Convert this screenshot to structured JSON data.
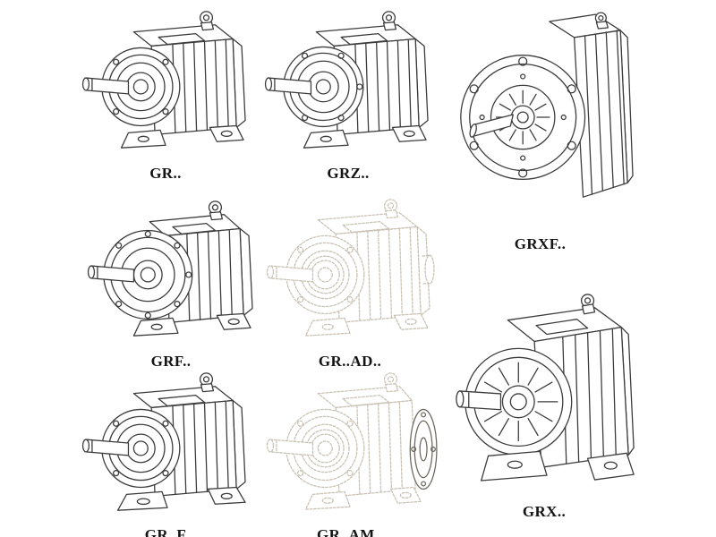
{
  "page": {
    "background": "#ffffff",
    "line_color": "#3c3c3c",
    "ghost_line_color": "#c9c2b4",
    "description_labels_font_style": "bold-serif"
  },
  "figures": [
    {
      "id": "gr",
      "label": "GR..",
      "style": "solid",
      "drawing": "foot-mounted-helical-gear-reducer"
    },
    {
      "id": "grz",
      "label": "GRZ..",
      "style": "solid",
      "drawing": "foot-mounted-helical-gear-reducer-variant"
    },
    {
      "id": "grxf",
      "label": "GRXF..",
      "style": "solid",
      "drawing": "flange-mounted-gear-reducer-front-flange"
    },
    {
      "id": "grf",
      "label": "GRF..",
      "style": "solid",
      "drawing": "flange-input-foot-mounted-gear-reducer"
    },
    {
      "id": "grad",
      "label": "GR..AD..",
      "style": "ghost",
      "drawing": "gear-reducer-with-input-adapter-hidden-lines"
    },
    {
      "id": "grf_foot",
      "label": "GR..F",
      "style": "solid",
      "drawing": "foot-mounted-helical-gear-reducer"
    },
    {
      "id": "gram",
      "label": "GR..AM..",
      "style": "ghost",
      "drawing": "gear-reducer-with-motor-adapter-flange-hidden-lines"
    },
    {
      "id": "grx",
      "label": "GRX..",
      "style": "solid",
      "drawing": "large-foot-mounted-helical-gear-reducer"
    }
  ]
}
